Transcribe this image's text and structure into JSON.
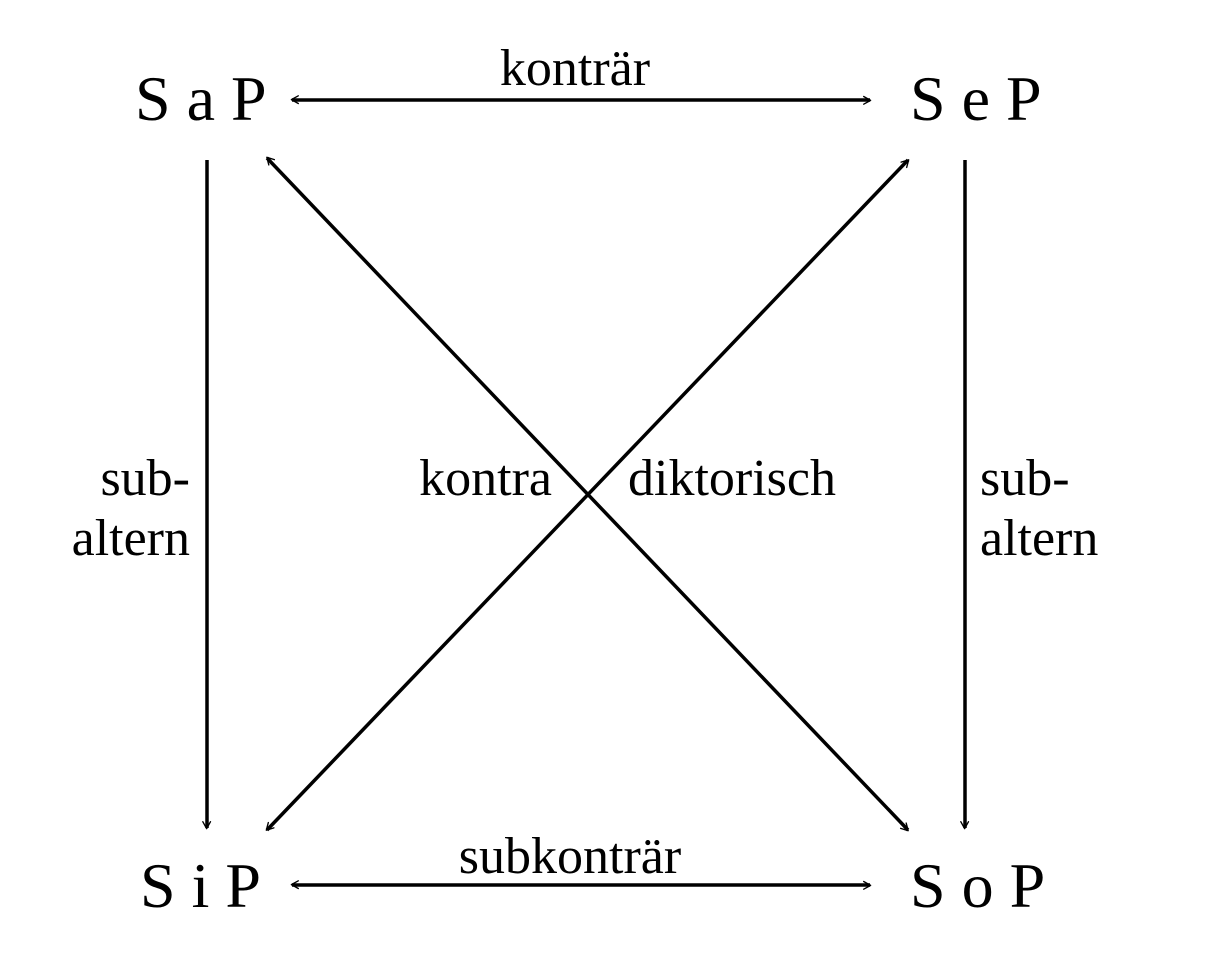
{
  "nodes": {
    "top_left": "S a P",
    "top_right": "S e P",
    "bottom_left": "S i P",
    "bottom_right": "S o P"
  },
  "relations": {
    "top": "konträr",
    "bottom": "subkonträr",
    "left_line1": "sub-",
    "left_line2": "altern",
    "right_line1": "sub-",
    "right_line2": "altern",
    "diagonal_left": "kontra",
    "diagonal_right": "diktorisch"
  }
}
